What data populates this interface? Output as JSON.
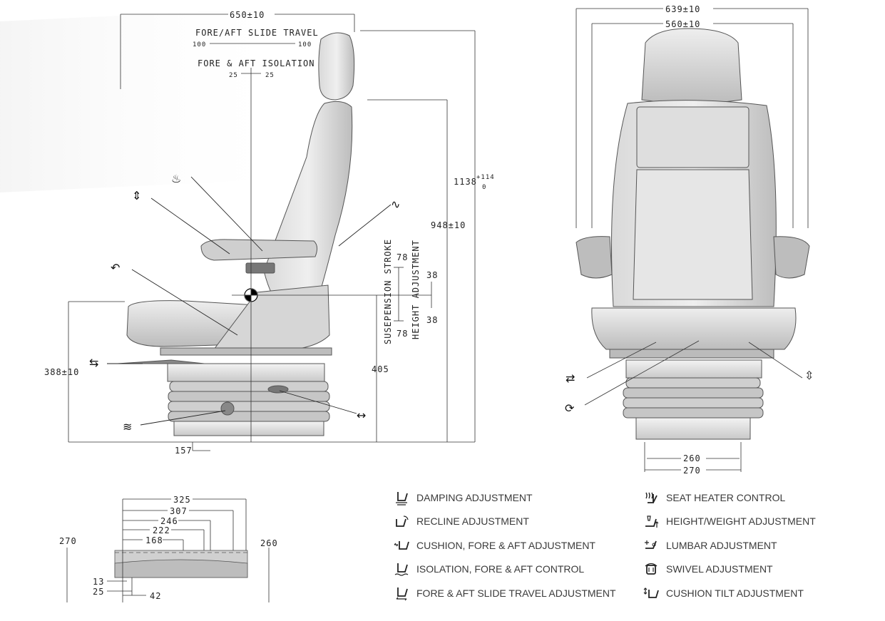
{
  "side_view": {
    "overall_width": "650±10",
    "fore_aft_slide_label": "FORE/AFT SLIDE TRAVEL",
    "slide_left": "100",
    "slide_right": "100",
    "fore_aft_isolation_label": "FORE & AFT ISOLATION",
    "iso_left": "25",
    "iso_right": "25",
    "overall_height": "1138",
    "overall_height_tol_upper": "+114",
    "overall_height_tol_lower": "0",
    "backrest_height": "948±10",
    "suspension_stroke_label": "SUSEPENSION STROKE",
    "height_adjustment_label": "HEIGHT ADJUSTMENT",
    "stroke_top": "78",
    "stroke_bottom": "78",
    "height_adj_top": "38",
    "height_adj_bottom": "38",
    "cushion_height": "388±10",
    "sip_height": "405",
    "base_offset": "157"
  },
  "front_view": {
    "overall_width": "639±10",
    "backrest_width": "560±10",
    "rail_inner": "260",
    "rail_outer": "270"
  },
  "base_plate": {
    "dims": [
      "325",
      "307",
      "246",
      "222",
      "168"
    ],
    "left_width": "270",
    "right_width": "260",
    "offset_13": "13",
    "offset_25": "25",
    "offset_42": "42"
  },
  "legend_left": [
    {
      "icon": "damping-icon",
      "label": "DAMPING ADJUSTMENT"
    },
    {
      "icon": "recline-icon",
      "label": "RECLINE ADJUSTMENT"
    },
    {
      "icon": "cushion-fore-aft-icon",
      "label": "CUSHION, FORE & AFT ADJUSTMENT"
    },
    {
      "icon": "isolation-icon",
      "label": "ISOLATION, FORE & AFT CONTROL"
    },
    {
      "icon": "slide-travel-icon",
      "label": "FORE & AFT SLIDE TRAVEL ADJUSTMENT"
    }
  ],
  "legend_right": [
    {
      "icon": "seat-heater-icon",
      "label": "SEAT HEATER CONTROL"
    },
    {
      "icon": "height-weight-icon",
      "label": "HEIGHT/WEIGHT ADJUSTMENT"
    },
    {
      "icon": "lumbar-icon",
      "label": "LUMBAR ADJUSTMENT"
    },
    {
      "icon": "swivel-icon",
      "label": "SWIVEL ADJUSTMENT"
    },
    {
      "icon": "cushion-tilt-icon",
      "label": "CUSHION TILT ADJUSTMENT"
    }
  ]
}
